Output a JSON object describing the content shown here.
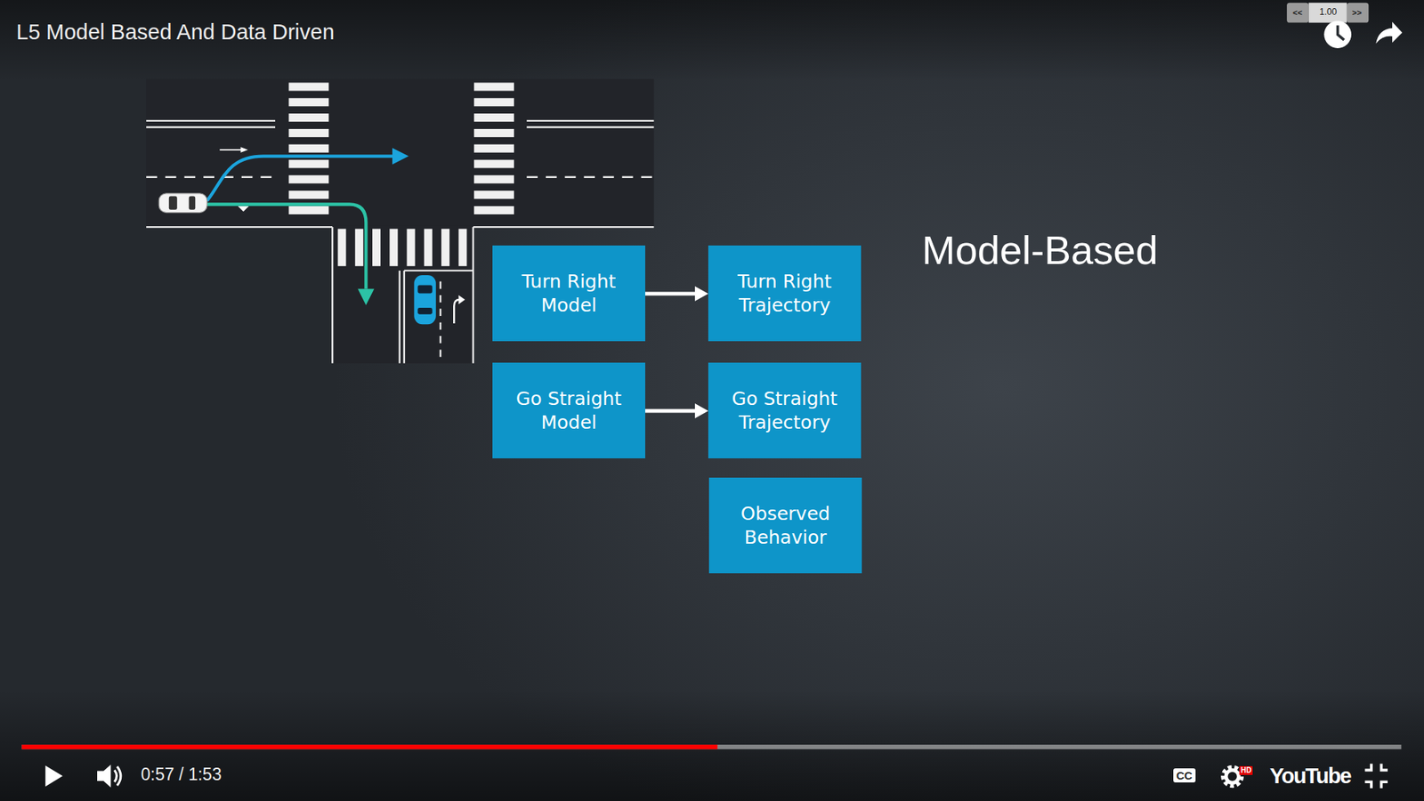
{
  "diagram": {
    "title": "L5 Model Based And Data Driven",
    "nodes": [
      {
        "text": [
          "Turn Right Model"
        ]
      },
      {
        "text": [
          "Turn Right Trajectory"
        ]
      },
      {
        "text": [
          "Go Straight Model"
        ]
      },
      {
        "text": [
          "Go Straight Trajectory"
        ]
      },
      {
        "text": [
          "Observed Behavior"
        ]
      }
    ],
    "edges": [
      {
        "from": 0,
        "to": 1,
        "arrow": "to"
      },
      {
        "from": 2,
        "to": 3,
        "arrow": "to"
      }
    ],
    "labels": [
      "Model-Based",
      "<<",
      "1.00",
      ">>",
      "0:57 / 1:53",
      "CC",
      "HD",
      "YouTube"
    ]
  }
}
